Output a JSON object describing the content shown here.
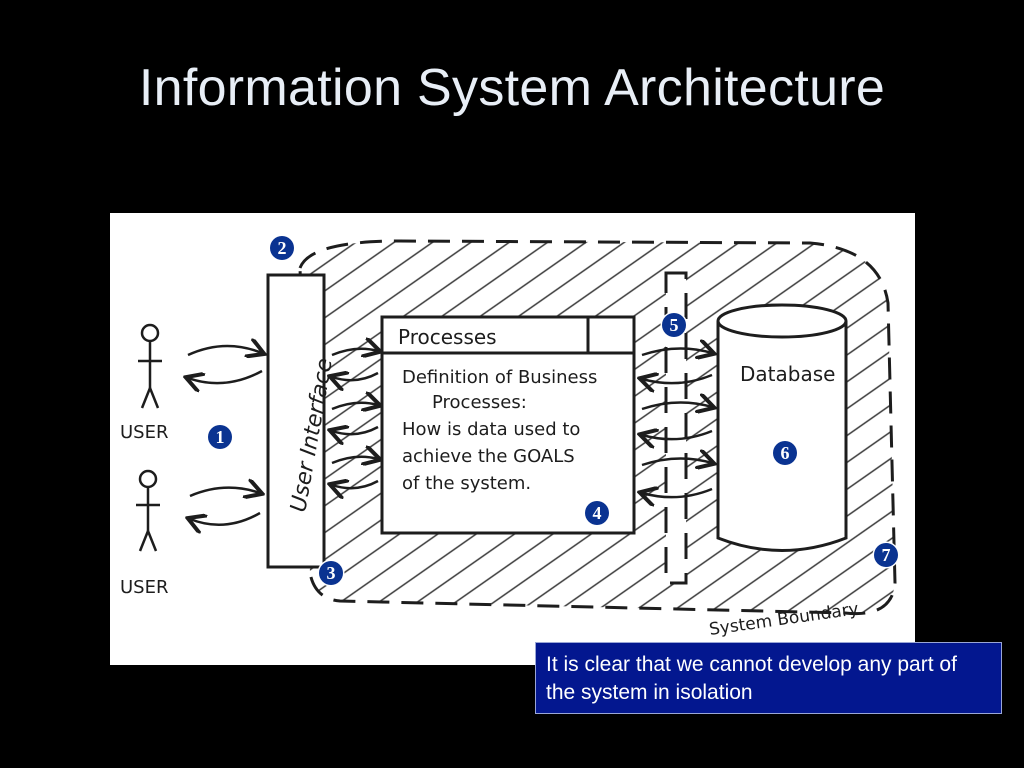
{
  "slide": {
    "title": "Information System Architecture",
    "note": "It is clear that we cannot develop any part of the system in isolation"
  },
  "diagram": {
    "users": [
      "USER",
      "USER"
    ],
    "user_interface_label": "User Interface",
    "processes_header": "Processes",
    "processes_body": [
      "Definition of Business",
      "Processes:",
      "How is data used to",
      "achieve the GOALS",
      "of the system."
    ],
    "database_label": "Database",
    "boundary_label": "System Boundary"
  },
  "badges": [
    "1",
    "2",
    "3",
    "4",
    "5",
    "6",
    "7"
  ],
  "colors": {
    "background": "#000000",
    "title": "#e8eef6",
    "badge": "#0a3391",
    "note_background": "#03178f",
    "sketch_paper": "#ffffff",
    "ink": "#1d1d1d"
  }
}
